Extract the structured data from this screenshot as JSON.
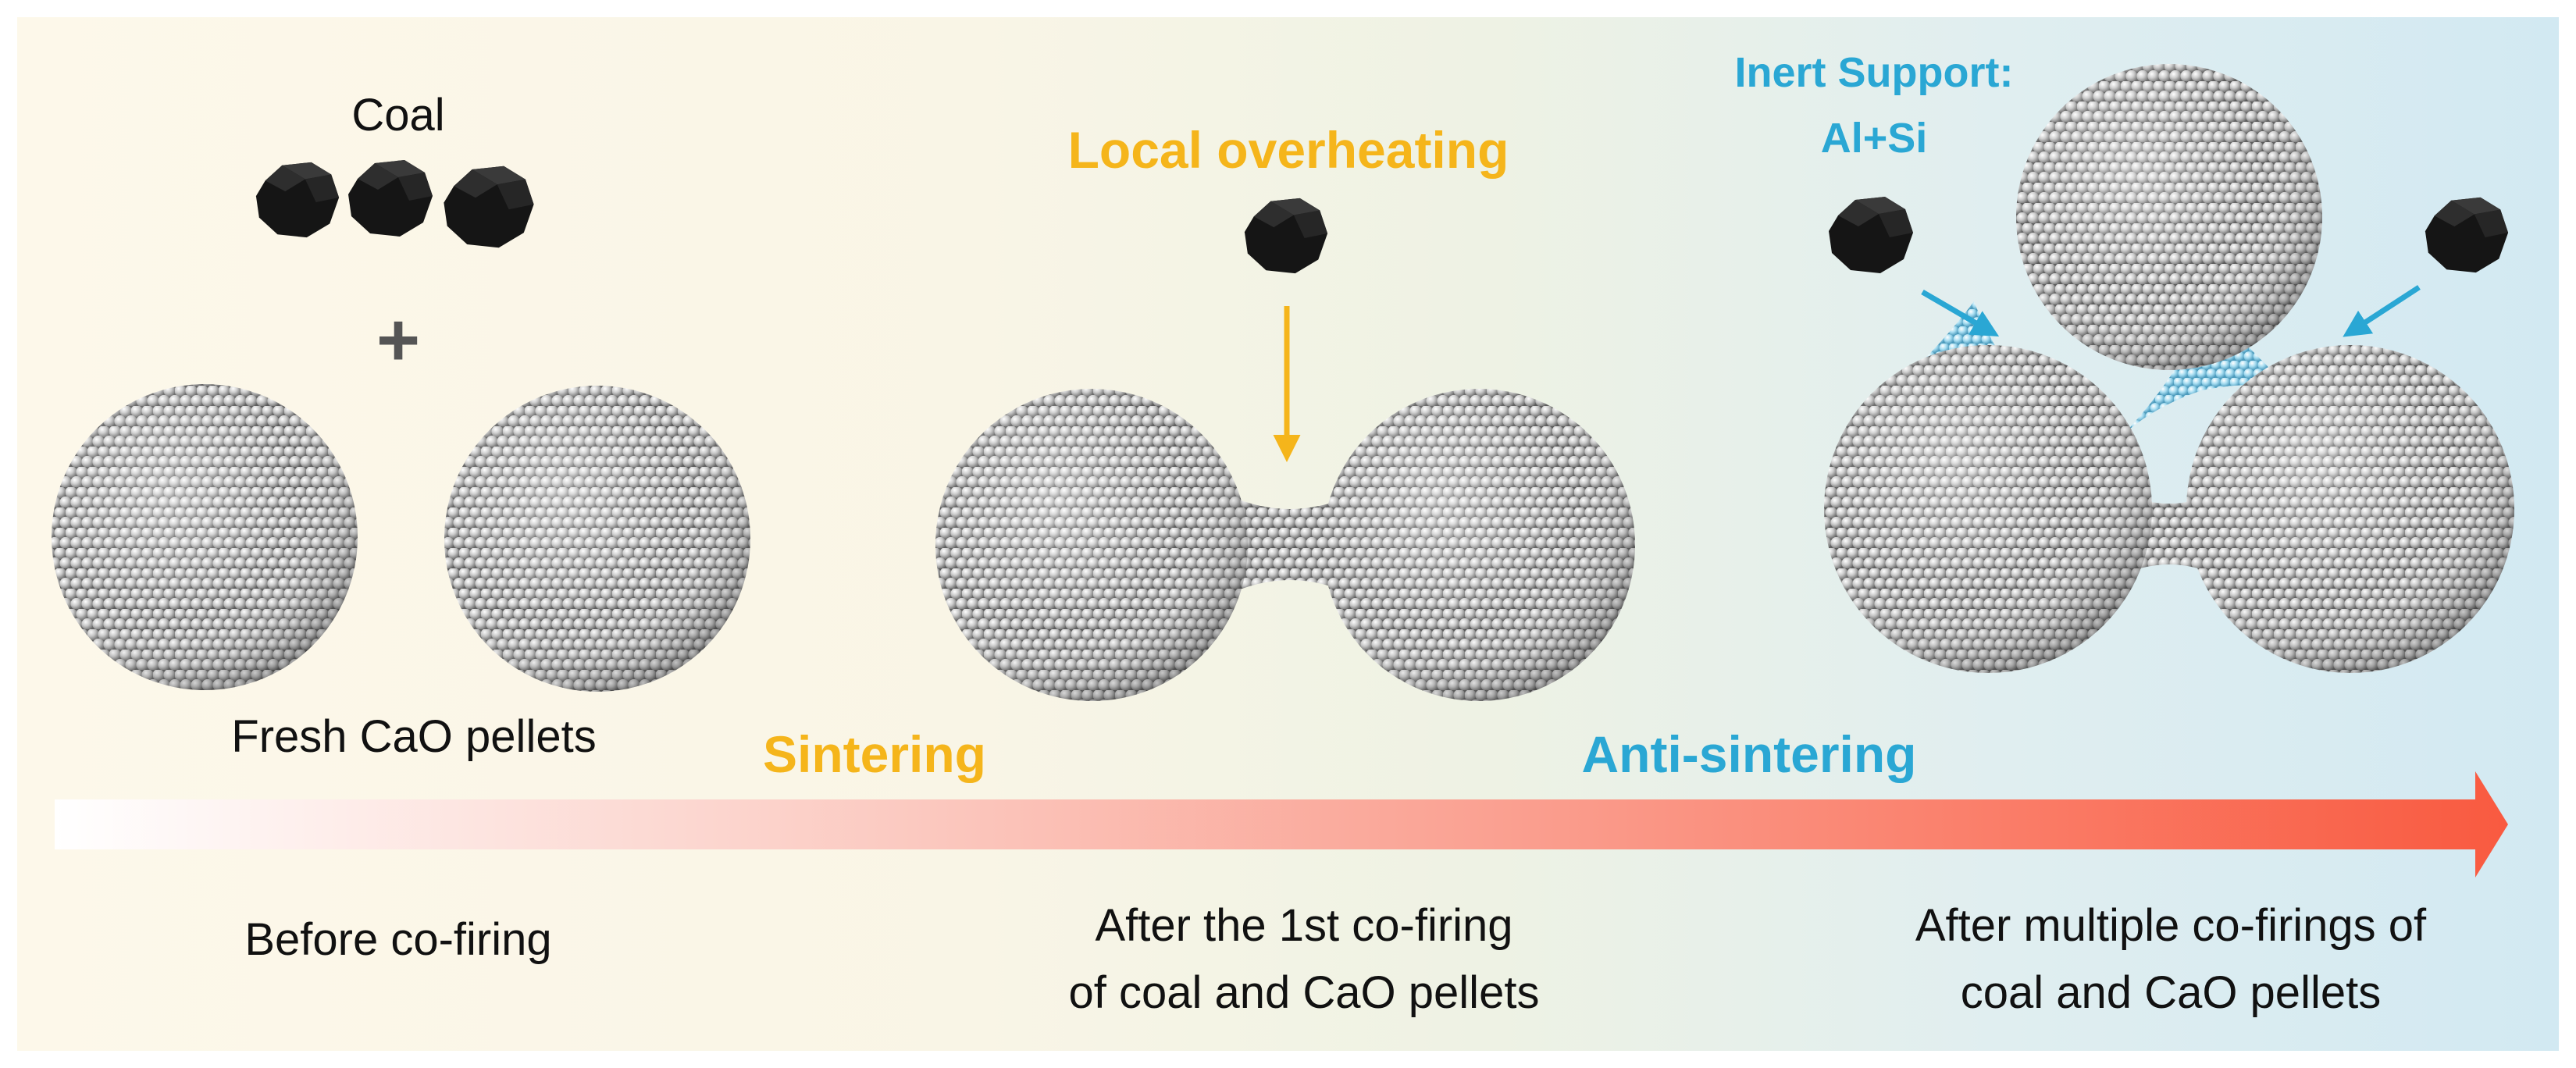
{
  "stage1": {
    "coal_label": "Coal",
    "plus": "+",
    "pellets_label": "Fresh CaO pellets",
    "caption": "Before co-firing"
  },
  "stage2": {
    "annotation": "Local overheating",
    "process_label": "Sintering",
    "caption_line1": "After the 1st co-firing",
    "caption_line2": "of coal and CaO pellets"
  },
  "stage3": {
    "support_line1": "Inert Support:",
    "support_line2": "Al+Si",
    "process_label": "Anti-sintering",
    "caption_line1": "After multiple co-firings of",
    "caption_line2": "coal and CaO pellets"
  },
  "colors": {
    "sintering": "#f5b51b",
    "anti_sintering": "#2aa7d4",
    "arrow_start": "#ffffff",
    "arrow_end": "#f95a40",
    "coal": "#161616",
    "cao_particle": "#9e9e9e",
    "support_particle": "#8fd0ea"
  },
  "icons": [
    "coal-lump-icon",
    "cao-pellet",
    "inert-support-particles",
    "pointer-arrow"
  ]
}
